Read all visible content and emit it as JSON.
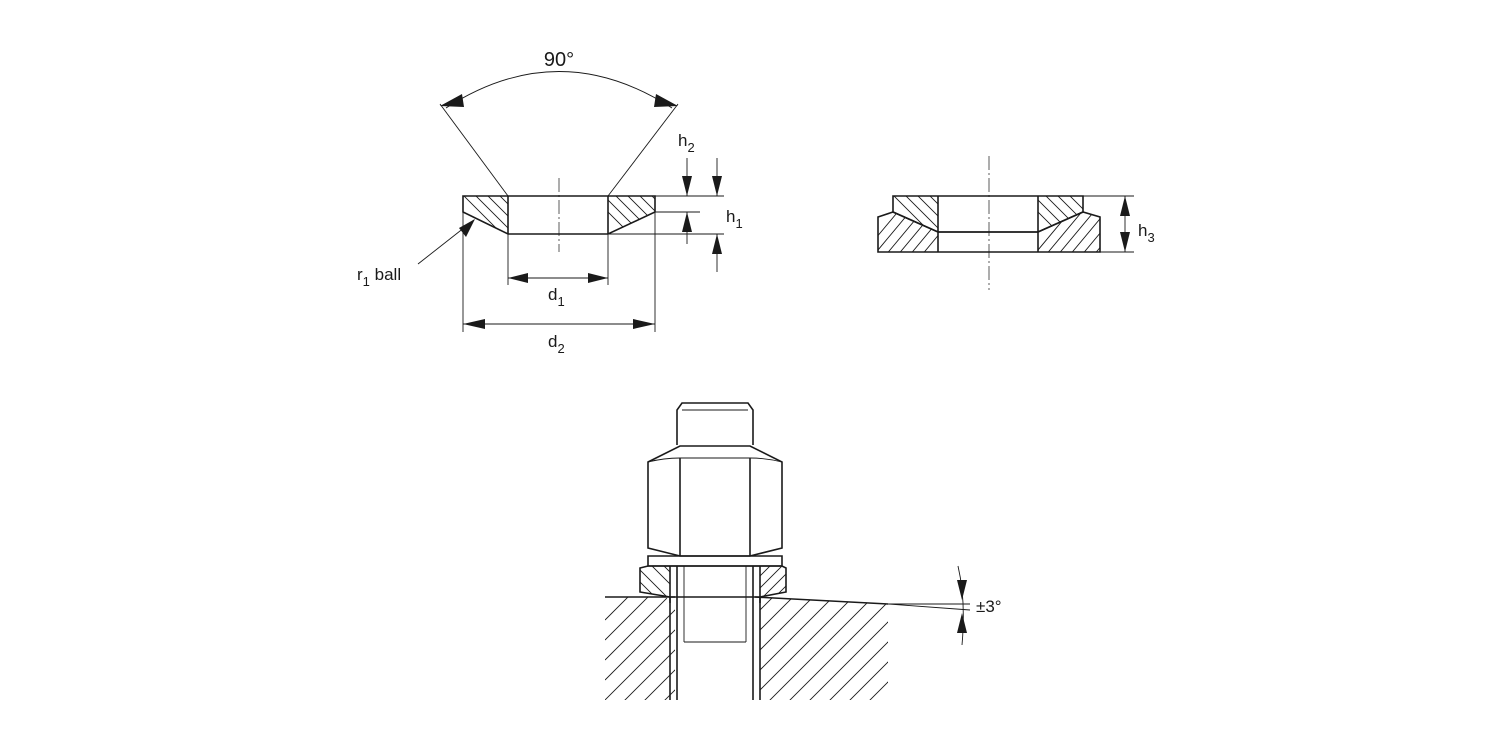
{
  "labels": {
    "angle_90": "90°",
    "h2_letter": "h",
    "h2_sub": "2",
    "h1_letter": "h",
    "h1_sub": "1",
    "h3_letter": "h",
    "h3_sub": "3",
    "d1_letter": "d",
    "d1_sub": "1",
    "d2_letter": "d",
    "d2_sub": "2",
    "r1_letter": "r",
    "r1_sub": "1",
    "r1_suffix": " ball",
    "tilt": "±3°"
  }
}
